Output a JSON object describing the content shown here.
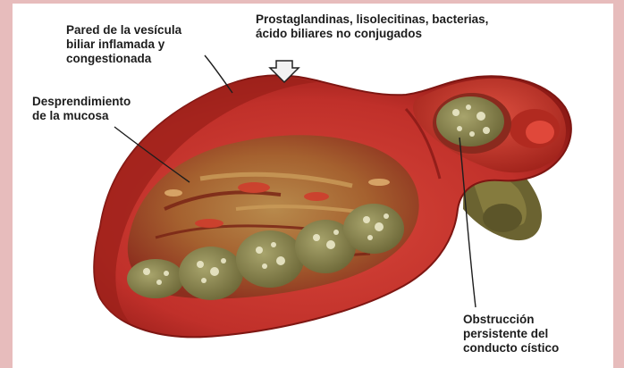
{
  "labels": {
    "wall": [
      "Pared de la vesícula",
      "biliar inflamada y",
      "congestionada"
    ],
    "agents": [
      "Prostaglandinas, lisolecitinas, bacterias,",
      "ácido biliares no conjugados"
    ],
    "mucosa": [
      "Desprendimiento",
      "de la mucosa"
    ],
    "obstruction": [
      "Obstrucción",
      "persistente del",
      "conducto cístico"
    ]
  },
  "colors": {
    "frame": "#e7bcbc",
    "background": "#ffffff",
    "tissue": "#c8322a",
    "tissue_dark": "#8e1a16",
    "mucosa": "#a8783e",
    "stone": "#8f8a55",
    "stone_highlight": "#e9e6c8",
    "duct": "#6b6331",
    "text": "#1d1d1d"
  }
}
